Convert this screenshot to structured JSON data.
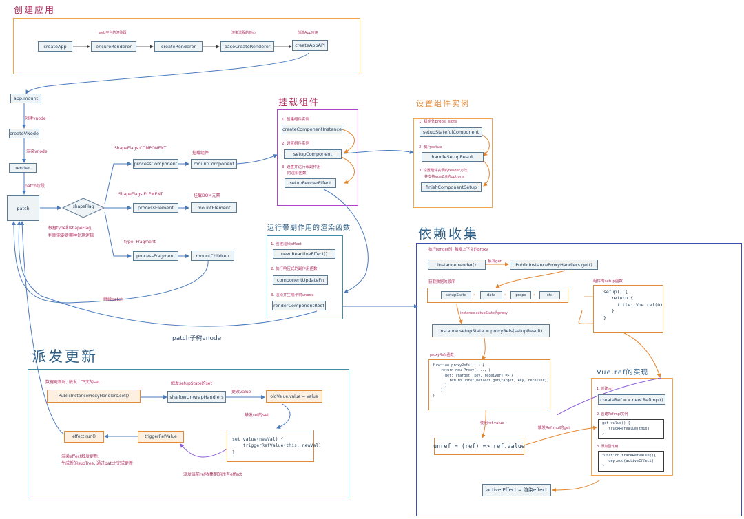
{
  "titles": {
    "create_app": "创建应用",
    "mount_component": "挂载组件",
    "setup_instance": "设置组件实例",
    "run_effect": "运行带副作用的渲染函数",
    "collect_deps": "依赖收集",
    "dispatch_update": "派发更新",
    "vue_ref": "Vue.ref的实现"
  },
  "create_app": {
    "nodes": [
      "createApp",
      "ensureRenderer",
      "createRenderer",
      "baseCreateRenderer",
      "createAppAPI"
    ],
    "notes": [
      "web平台的渲染器",
      "渲染流程的核心",
      "创建App应用"
    ]
  },
  "left_flow": {
    "nodes": [
      "app.mount",
      "createVNode",
      "render",
      "patch"
    ],
    "labels": [
      "创建vnode",
      "渲染vnode",
      "patch阶段"
    ],
    "decision": "shapeFlag",
    "decision_note_1": "根据type和shapeFlag,",
    "decision_note_2": "判断需要走哪种处理逻辑",
    "continue_patch": "继续patch",
    "subtree_patch": "patch子树vnode"
  },
  "branches": [
    {
      "cond": "ShapeFlags.COMPONENT",
      "process": "processComponent",
      "mount": "mountComponent",
      "note": "挂载组件"
    },
    {
      "cond": "ShapeFlags.ELEMENT",
      "process": "processElement",
      "mount": "mountElement",
      "note": "挂载DOM元素"
    },
    {
      "cond": "type: Fragment",
      "process": "processFragment",
      "mount": "mountChildren",
      "note": ""
    }
  ],
  "mount_component": {
    "steps": [
      "1. 创建组件实例",
      "2. 设置组件实例",
      "3. 设置并运行带副作用",
      "的渲染函数"
    ],
    "nodes": [
      "createComponentInstance",
      "setupComponent",
      "setupRenderEffect"
    ]
  },
  "setup_instance": {
    "steps": [
      "1. 初始化props, slots",
      "2. 执行setup",
      "3. 设置组件实例的render方法,",
      "并支持vue2.0的options"
    ],
    "nodes": [
      "setupStatefulComponent",
      "handleSetupResult",
      "finishComponentSetup"
    ]
  },
  "run_effect": {
    "steps": [
      "1. 创建渲染effect",
      "2. 执行响应式的副作用函数",
      "3. 渲染并生成子树vnode"
    ],
    "nodes": [
      "new ReactiveEffect()",
      "componentUpdateFn",
      "renderComponentRoot"
    ]
  },
  "collect": {
    "note_top": "执行render时, 触发上下文的proxy",
    "instance_render": "instance.render()",
    "trigger_get": "触发get",
    "proxy_get": "PublicInstanceProxyHandlers.get()",
    "read_order": "获取数据的顺序",
    "order": [
      "setupState",
      "data",
      "props",
      "ctx"
    ],
    "setup_state_proxy": "instance.setupState为proxy",
    "proxy_refs_line": "instance.setupState = proxyRefs(setupResult)",
    "proxy_refs_label": "proxyRefs函数",
    "proxy_refs_code": "function proxyRefs(...) {\n    return new Proxy(...., {\n      get: (target, key, receiver) => {\n        return unref(Reflect.get(target, key, receiver))\n      }\n    })\n}",
    "use_ref_value": "使用ref.value",
    "unref_line": "unref = (ref) =>  ref.value",
    "trigger_refimpl_get": "触发RefImpl的get",
    "setup_fn_label": "组件的setup函数",
    "setup_fn_code": "setup() {\n   return {\n     title: Vue.ref(0)\n   }\n}",
    "active_effect": "active Effect = 渲染effect"
  },
  "vue_ref": {
    "steps": [
      "1. 创建ref",
      "2. 创建RefImpl实例",
      "3. 添加副作用"
    ],
    "create_ref": "createRef => new RefImpl()",
    "get_code": "get value() {\n   trackRefValue(this)\n}",
    "track_code": "function trackRefValue(){\n   dep.add(activeEffect)\n}"
  },
  "dispatch": {
    "note_top": "数据更新时, 触发上下文的set",
    "proxy_set": "PublicInstanceProxyHandlers.set()",
    "trigger_set": "触发setupState的set",
    "shallow": "shallowUnwrapHandlers",
    "update_value": "更改value",
    "old_value": "oldValue.value = value",
    "trigger_ref_set": "触发ref的set",
    "set_code": "set value(newVal) {\n    triggerRefValue(this, newVal)\n}",
    "trigger_ref_value": "triggerRefValue",
    "effect_run": "effect.run()",
    "bottom_note": "派发当前ref收集到的所有effect",
    "effect_note_1": "渲染effect触发更新,",
    "effect_note_2": "生成新的subTree, 通过patch完成更新"
  },
  "colors": {
    "orange_frame": "#f0a44b",
    "purple_frame": "#b044c8",
    "blue_frame": "#3b4fb4",
    "teal_frame": "#3f8ea8",
    "wire_blue": "#4a7bbd",
    "wire_orange": "#e5862f",
    "wire_purple": "#8b5cd6",
    "label_red": "#b03060"
  }
}
